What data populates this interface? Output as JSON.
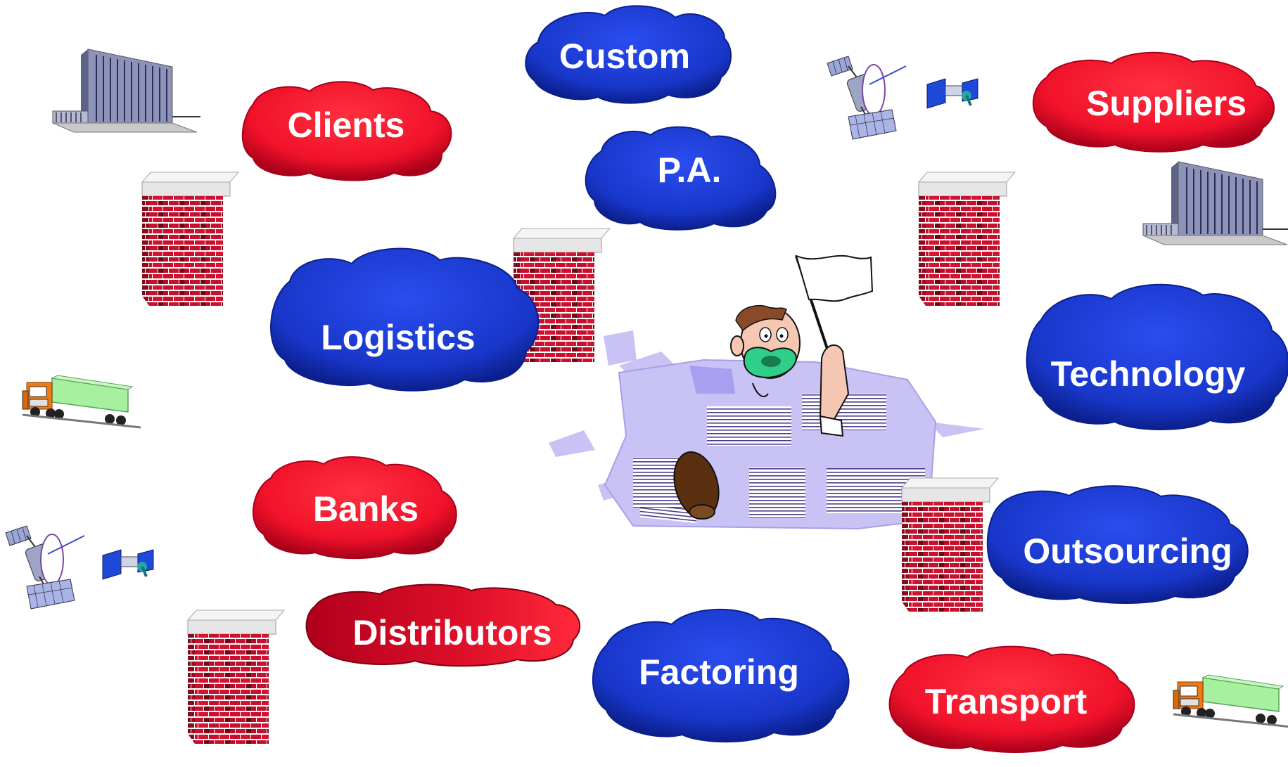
{
  "clouds": {
    "custom": "Custom",
    "clients": "Clients",
    "pa": "P.A.",
    "suppliers": "Suppliers",
    "logistics": "Logistics",
    "technology": "Technology",
    "banks": "Banks",
    "outsourcing": "Outsourcing",
    "distributors": "Distributors",
    "factoring": "Factoring",
    "transport": "Transport"
  },
  "colors": {
    "blue_cloud": "#1f3fd8",
    "blue_cloud_dark": "#0b1f8c",
    "red_cloud": "#ff1830",
    "red_cloud_dark": "#a8001a",
    "brick": "#c8102e",
    "mortar": "#ffffff",
    "paper": "#c9c3f5"
  },
  "icons": [
    "office-building-icon",
    "satellite-icon",
    "truck-icon",
    "brick-wall-icon",
    "overwhelmed-man-icon"
  ]
}
